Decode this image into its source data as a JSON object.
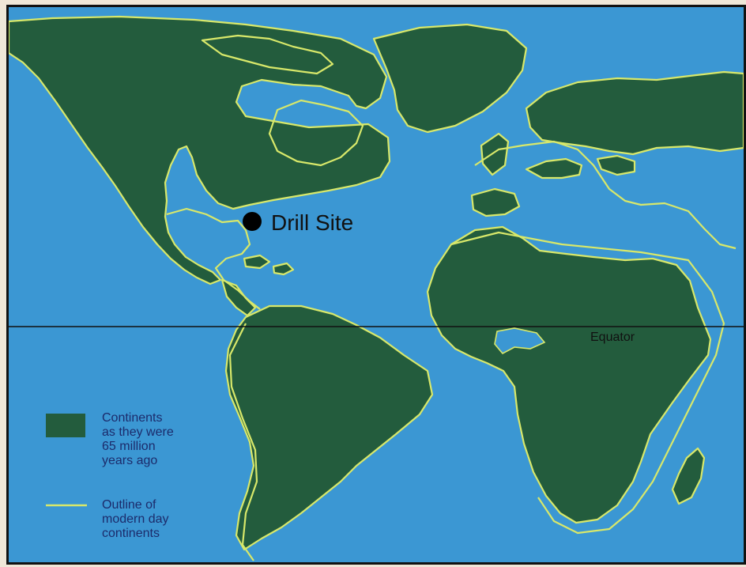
{
  "map": {
    "marker_label": "Drill Site",
    "equator_label": "Equator",
    "colors": {
      "ocean": "#3b97d3",
      "ancient_land": "#235c3d",
      "modern_outline": "#d8e86a",
      "frame": "#efe7d8"
    }
  },
  "legend": {
    "items": [
      {
        "symbol": "filled-swatch",
        "lines": [
          "Continents",
          "as they were",
          "65 million",
          "years ago"
        ]
      },
      {
        "symbol": "line-swatch",
        "lines": [
          "Outline of",
          "modern day",
          "continents"
        ]
      }
    ]
  }
}
